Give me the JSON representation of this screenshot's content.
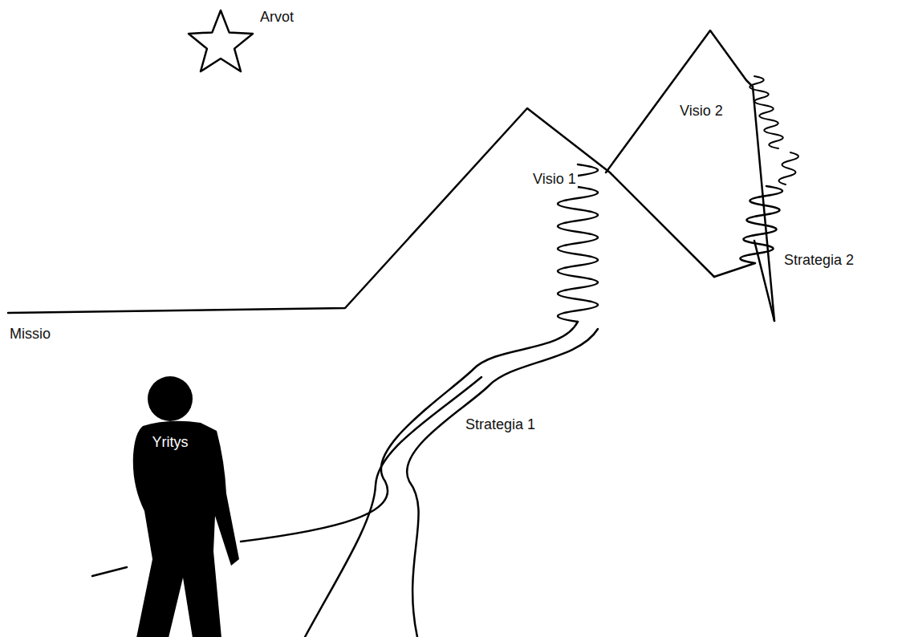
{
  "diagram": {
    "nodes": [
      {
        "text": [
          "Yritys"
        ]
      }
    ],
    "labels": [
      "Arvot",
      "Visio 2",
      "Visio 1",
      "Missio",
      "Strategia 2",
      "Strategia 1"
    ]
  }
}
